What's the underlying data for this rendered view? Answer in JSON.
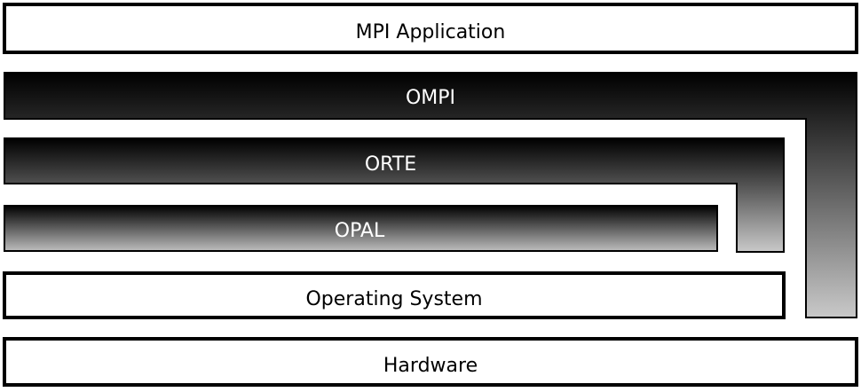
{
  "diagram": {
    "layers": {
      "mpi_application": "MPI Application",
      "ompi": "OMPI",
      "orte": "ORTE",
      "opal": "OPAL",
      "operating_system": "Operating System",
      "hardware": "Hardware"
    }
  }
}
